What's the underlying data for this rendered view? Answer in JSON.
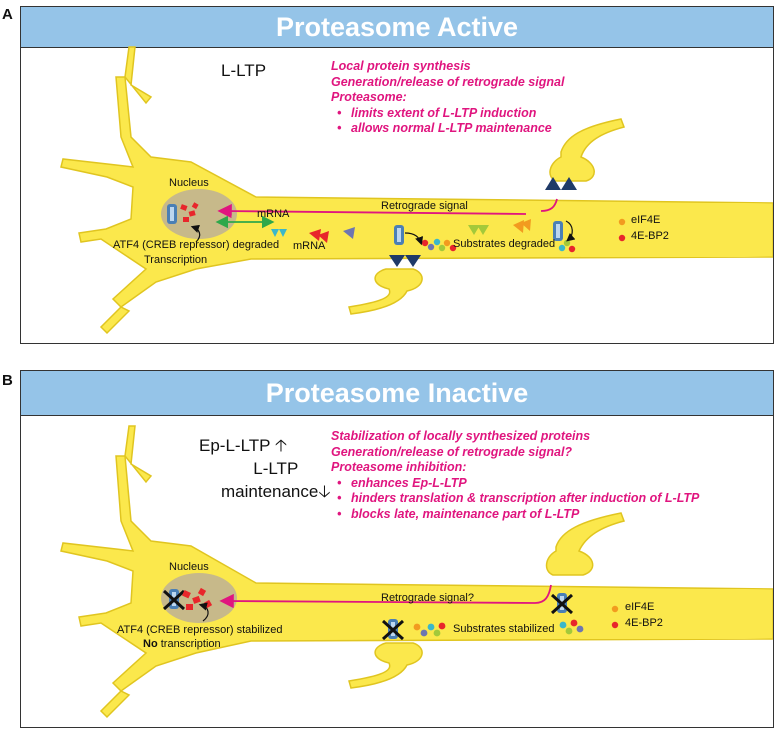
{
  "panel_a": {
    "letter": "A",
    "banner": "Proteasome Active",
    "ltp_label": "L-LTP",
    "notes": [
      "Local protein synthesis",
      "Generation/release of retrograde signal",
      "Proteasome:"
    ],
    "sub_notes": [
      "limits extent of L-LTP induction",
      "allows normal L-LTP maintenance"
    ],
    "nucleus": "Nucleus",
    "mrna_1": "mRNA",
    "mrna_2": "mRNA",
    "retrograde": "Retrograde signal",
    "atf4": "ATF4 (CREB repressor) degraded",
    "transcription": "Transcription",
    "substrates": "Substrates degraded",
    "eif4e": "eIF4E",
    "bp2": "4E-BP2"
  },
  "panel_b": {
    "letter": "B",
    "banner": "Proteasome Inactive",
    "ep_label": "Ep-L-LTP",
    "ltp_label": "L-LTP",
    "maint_label": "maintenance",
    "notes": [
      "Stabilization of locally synthesized proteins",
      "Generation/release of retrograde signal?",
      "Proteasome inhibition:"
    ],
    "sub_notes": [
      "enhances Ep-L-LTP",
      "hinders translation & transcription after induction of L-LTP",
      "blocks late, maintenance part of L-LTP"
    ],
    "nucleus": "Nucleus",
    "retrograde": "Retrograde signal?",
    "atf4": "ATF4 (CREB repressor) stabilized",
    "no": "No",
    "transcription": " transcription",
    "substrates": "Substrates stabilized",
    "eif4e": "eIF4E",
    "bp2": "4E-BP2"
  },
  "colors": {
    "banner": "#95c4e8",
    "neuron": "#fbe84c",
    "neuron_outline": "#e0c520",
    "nucleus": "#c7b98a",
    "magenta": "#e0157f",
    "atf4_red": "#e8262b",
    "arrow_green": "#2ea84a"
  },
  "icons": [
    "proteasome-icon",
    "blocked-proteasome-icon",
    "up-arrow-icon",
    "down-arrow-icon"
  ]
}
